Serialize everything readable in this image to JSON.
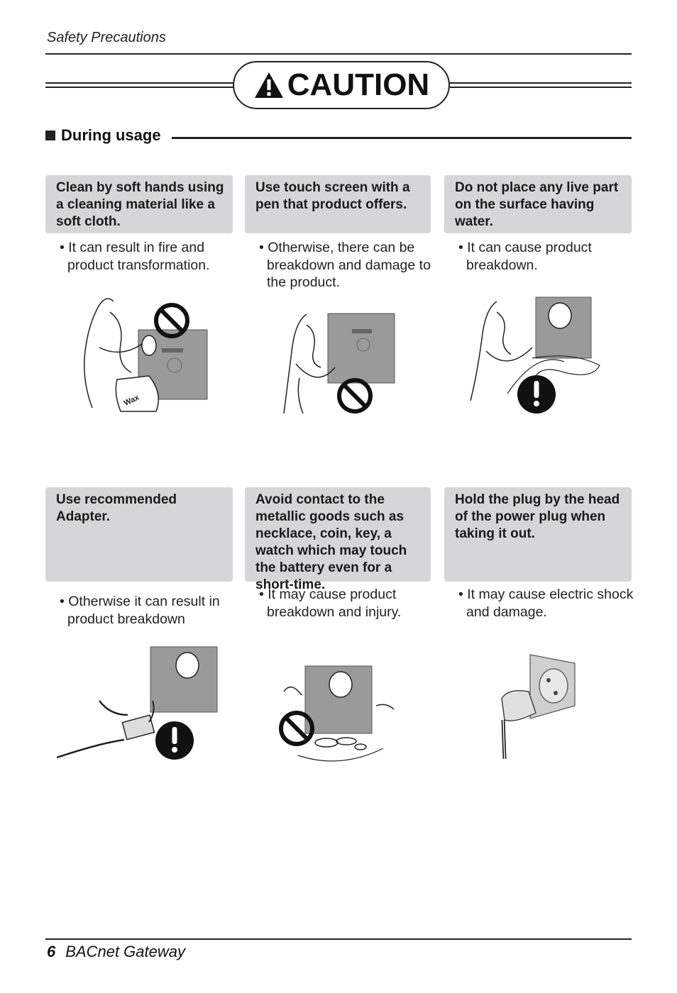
{
  "header": {
    "section_title": "Safety Precautions"
  },
  "banner": {
    "title": "CAUTION",
    "icon": "warning-triangle-icon"
  },
  "section": {
    "label": "During usage"
  },
  "cards": [
    {
      "title": "Clean by soft hands using a cleaning material like a soft cloth.",
      "note": "• It can result in fire and product transformation.",
      "illustration": "woman-cleaning-with-wax-prohibited"
    },
    {
      "title": "Use touch screen with a pen that product offers.",
      "note": "• Otherwise, there can be breakdown and damage to the product.",
      "illustration": "woman-touching-screen-with-finger-prohibited"
    },
    {
      "title": "Do not place any live part on the surface having water.",
      "note": "• It can cause product breakdown.",
      "illustration": "water-splash-warning"
    },
    {
      "title": "Use recommended Adapter.",
      "note": "• Otherwise it can result in product breakdown",
      "illustration": "adapter-cable-warning"
    },
    {
      "title": "Avoid contact to the metallic goods such as necklace, coin, key, a watch which may touch the battery even for a short-time.",
      "note": "• It may cause product breakdown and injury.",
      "illustration": "metal-objects-prohibited"
    },
    {
      "title": "Hold the plug by the head of the power plug when taking it out.",
      "note": "• It may cause electric shock and damage.",
      "illustration": "power-plug-socket"
    }
  ],
  "footer": {
    "page_number": "6",
    "doc_title": "BACnet Gateway"
  }
}
